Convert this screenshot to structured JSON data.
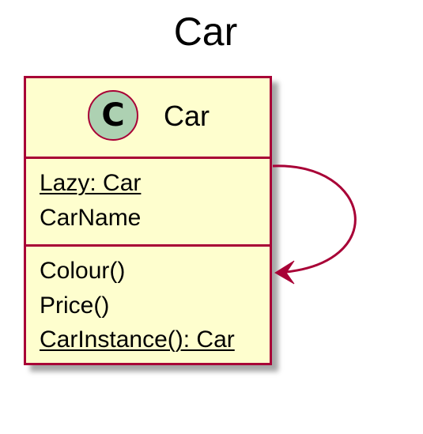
{
  "diagram": {
    "title": "Car",
    "class": {
      "stereotype_letter": "C",
      "name": "Car",
      "fields": [
        {
          "text": "Lazy: Car",
          "static": true
        },
        {
          "text": "CarName",
          "static": false
        }
      ],
      "methods": [
        {
          "text": "Colour()",
          "static": false
        },
        {
          "text": "Price()",
          "static": false
        },
        {
          "text": "CarInstance(): Car",
          "static": true
        }
      ]
    },
    "relation": {
      "type": "self-association",
      "arrowhead": "open"
    },
    "colors": {
      "border": "#A80036",
      "class_fill": "#FEFECE",
      "stereotype_fill": "#ADD1B2",
      "text": "#000000"
    }
  }
}
